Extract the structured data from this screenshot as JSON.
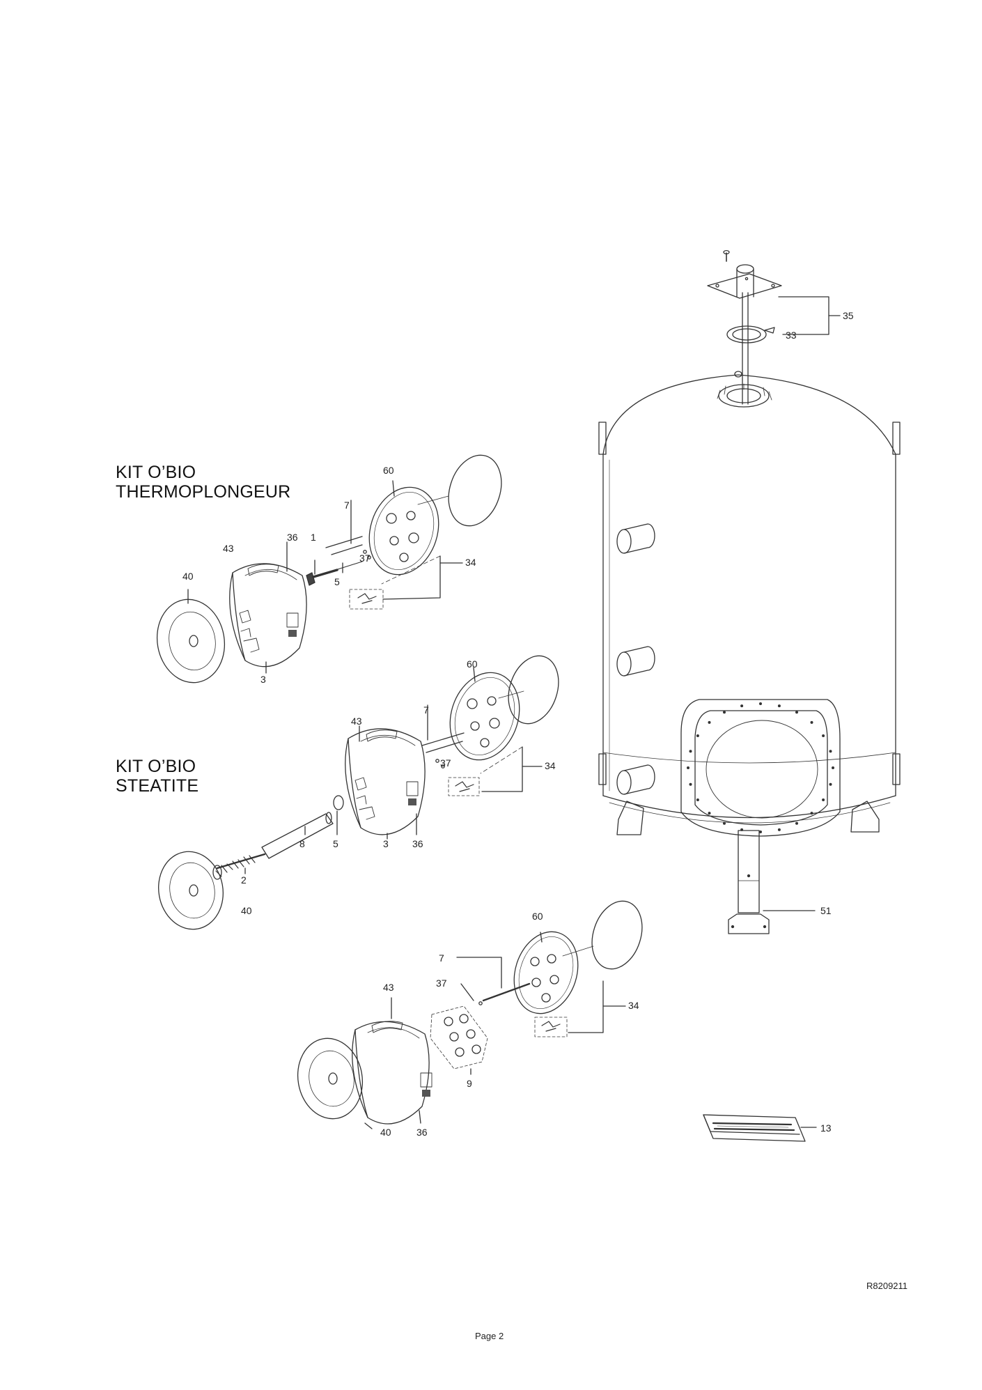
{
  "kits": {
    "thermo": {
      "line1": "KIT O’BIO",
      "line2": "THERMOPLONGEUR"
    },
    "steatite": {
      "line1": "KIT O’BIO",
      "line2": "STEATITE"
    }
  },
  "callouts": {
    "tank": {
      "c35": "35",
      "c33": "33",
      "c51": "51",
      "c13": "13"
    },
    "kit1": {
      "c60": "60",
      "c7": "7",
      "c36": "36",
      "c1": "1",
      "c43": "43",
      "c37": "37",
      "c34": "34",
      "c40": "40",
      "c5": "5",
      "c3": "3"
    },
    "kit2": {
      "c60": "60",
      "c7": "7",
      "c43": "43",
      "c37": "37",
      "c34": "34",
      "c8": "8",
      "c5": "5",
      "c3": "3",
      "c36": "36",
      "c2": "2",
      "c40": "40"
    },
    "kit3": {
      "c60": "60",
      "c7": "7",
      "c37": "37",
      "c43": "43",
      "c34": "34",
      "c9": "9",
      "c40": "40",
      "c36": "36"
    }
  },
  "footer": {
    "reference": "R8209211",
    "page": "Page 2"
  }
}
